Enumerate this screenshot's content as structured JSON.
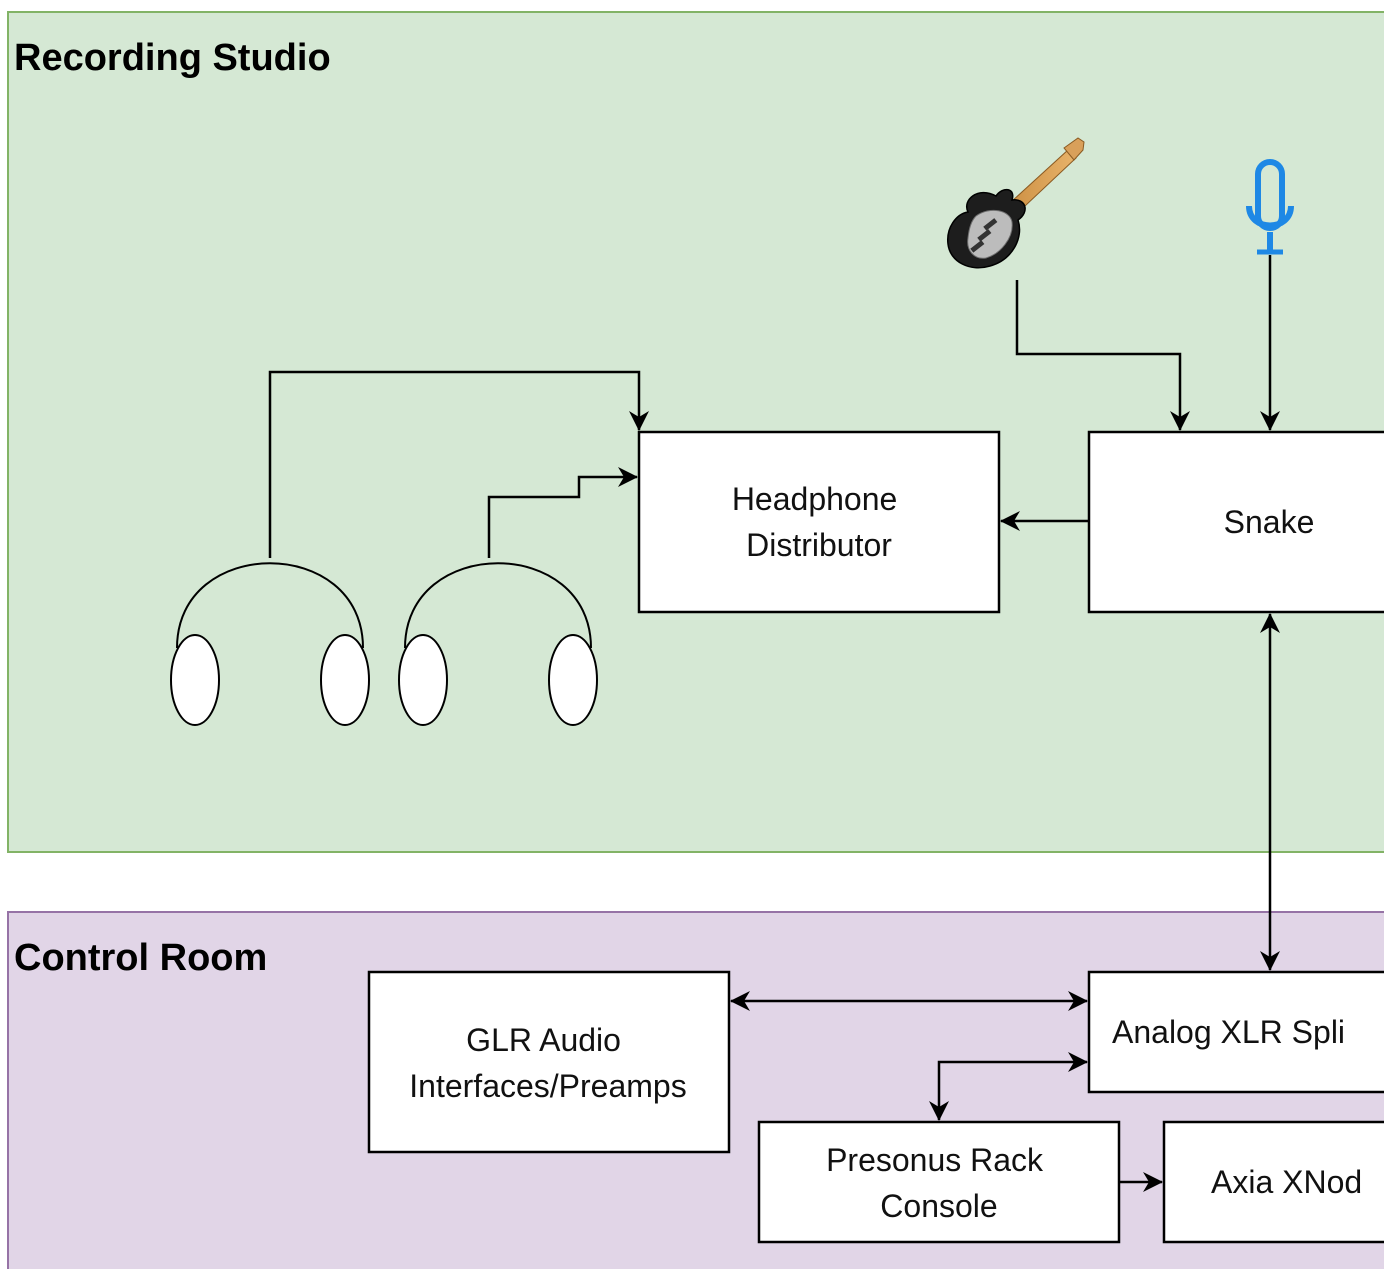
{
  "zones": {
    "studio": {
      "title": "Recording Studio",
      "fill": "#d5e8d4",
      "stroke": "#82b366"
    },
    "control": {
      "title": "Control Room",
      "fill": "#e1d5e7",
      "stroke": "#9673a6"
    }
  },
  "nodes": {
    "headphone_distributor": {
      "line1": "Headphone",
      "line2": "Distributor"
    },
    "snake": {
      "label": "Snake"
    },
    "analog_xlr_splitter": {
      "label": "Analog XLR Spli"
    },
    "glr_audio": {
      "line1": "GLR Audio",
      "line2": "Interfaces/Preamps"
    },
    "presonus": {
      "line1": "Presonus Rack",
      "line2": "Console"
    },
    "axia": {
      "label": "Axia XNod"
    }
  },
  "icons": {
    "guitar": "electric-guitar-icon",
    "microphone": "microphone-icon",
    "headphones": "headphones-icon",
    "mic_color": "#1e88e5"
  },
  "connections": [
    {
      "from": "guitar",
      "to": "snake",
      "arrow": "to"
    },
    {
      "from": "microphone",
      "to": "snake",
      "arrow": "to"
    },
    {
      "from": "snake",
      "to": "headphone_distributor",
      "arrow": "to"
    },
    {
      "from": "headphones-1",
      "to": "headphone_distributor",
      "arrow": "to"
    },
    {
      "from": "headphones-2",
      "to": "headphone_distributor",
      "arrow": "to"
    },
    {
      "from": "snake",
      "to": "analog_xlr_splitter",
      "arrow": "both"
    },
    {
      "from": "glr_audio",
      "to": "analog_xlr_splitter",
      "arrow": "both"
    },
    {
      "from": "presonus",
      "to": "analog_xlr_splitter",
      "arrow": "both"
    },
    {
      "from": "presonus",
      "to": "axia",
      "arrow": "to"
    }
  ]
}
